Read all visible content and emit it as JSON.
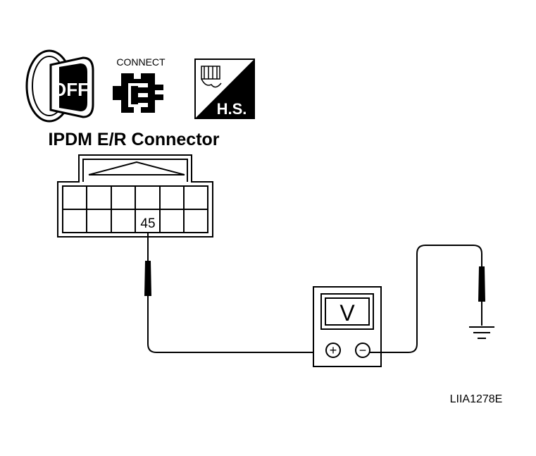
{
  "icons": {
    "ignition": {
      "name": "ignition-off-key-icon",
      "text": "OFF"
    },
    "connect": {
      "name": "connector-connect-icon",
      "label": "CONNECT"
    },
    "harness_side": {
      "name": "harness-side-icon",
      "text": "H.S."
    }
  },
  "connector": {
    "title": "IPDM E/R Connector",
    "terminal": "45"
  },
  "meter": {
    "name": "voltmeter-icon",
    "display": "V",
    "positive_symbol": "+",
    "negative_symbol": "−"
  },
  "ground": {
    "name": "ground-icon"
  },
  "figure_id": "LIIA1278E",
  "colors": {
    "ink": "#000000",
    "paper": "#ffffff"
  }
}
